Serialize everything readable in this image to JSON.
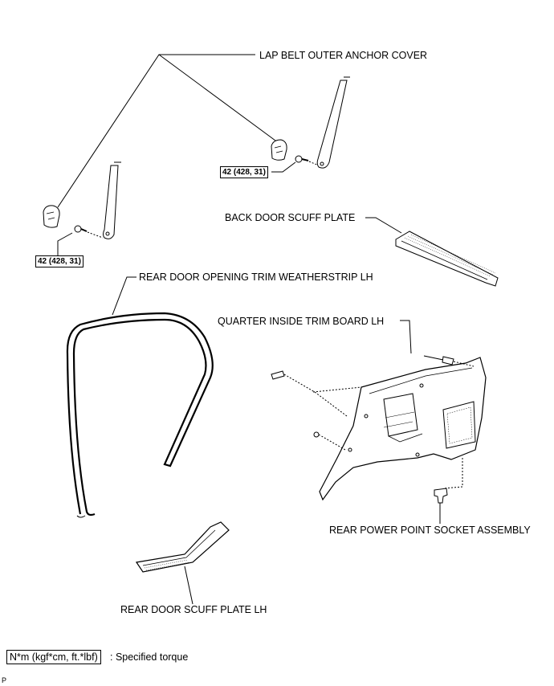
{
  "labels": {
    "lap_belt_cover": "LAP BELT OUTER ANCHOR COVER",
    "back_door_scuff": "BACK DOOR SCUFF PLATE",
    "rear_door_weatherstrip": "REAR DOOR OPENING TRIM WEATHERSTRIP LH",
    "quarter_trim_board": "QUARTER INSIDE TRIM BOARD LH",
    "power_point_socket": "REAR POWER POINT SOCKET ASSEMBLY",
    "rear_door_scuff": "REAR DOOR SCUFF PLATE LH"
  },
  "torque": {
    "upper": "42 (428, 31)",
    "lower": "42 (428, 31)"
  },
  "legend": {
    "unit": "N*m (kgf*cm, ft.*lbf)",
    "meaning": ": Specified torque"
  },
  "figure_code": "P"
}
